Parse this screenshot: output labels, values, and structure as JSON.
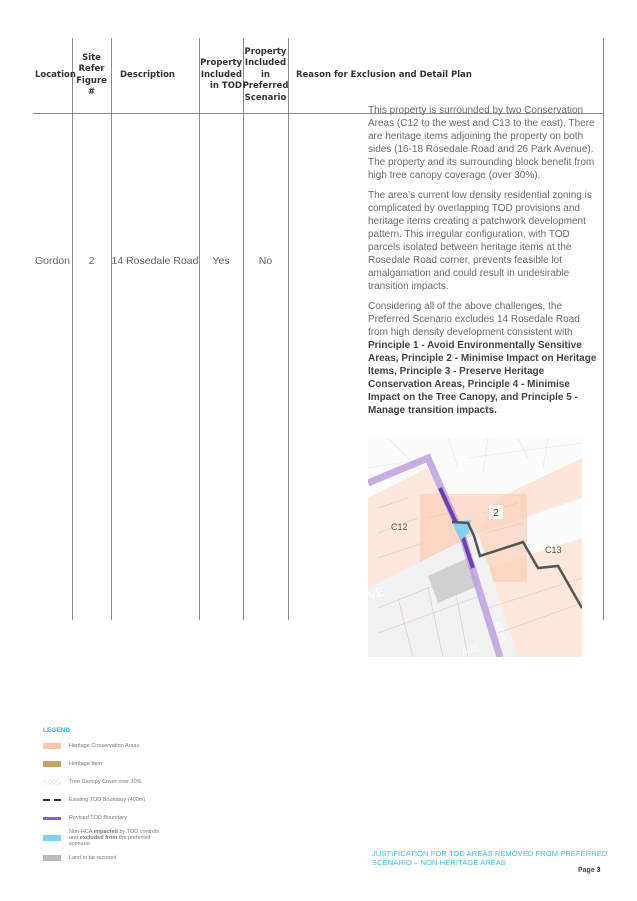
{
  "table": {
    "headers": [
      "Location",
      "Site Refer Figure #",
      "Description",
      "Property Included in TOD",
      "Property Included in Preferred Scenario",
      "Reason for Exclusion and Detail Plan"
    ],
    "header_lines": {
      "site": [
        "Site",
        "Refer",
        "Figure #"
      ],
      "tod": [
        "Property",
        "Included",
        "in TOD"
      ],
      "pref": [
        "Property",
        "Included",
        "in",
        "Preferred",
        "Scenario"
      ]
    },
    "row": {
      "location": "Gordon",
      "figure": "2",
      "description": "14 Rosedale Road",
      "in_tod": "Yes",
      "in_preferred": "No",
      "reason_p1": "This property is surrounded by two Conservation Areas (C12 to the west and C13 to the east). There are heritage items adjoining the property on both sides (16-18 Rosedale Road and 26 Park Avenue). The property and its surrounding block benefit from high tree canopy coverage (over 30%).",
      "reason_p2": "The area’s current low density residential zoning is complicated by overlapping TOD provisions and heritage items creating a patchwork development pattern. This irregular configuration, with TOD parcels isolated between heritage items at the Rosedale Road corner, prevents feasible lot amalgamation and could result in undesirable transition impacts.",
      "reason_p3_plain": "Considering all of the above challenges, the Preferred Scenario excludes 14 Rosedale Road from high density development consistent with ",
      "reason_p3_bold": "Principle 1 - Avoid Environmentally Sensitive Areas, Principle 2 - Minimise Impact on Heritage Items, Principle 3 - Preserve Heritage Conservation Areas, Principle 4 - Minimise Impact on the Tree Canopy, and Principle 5 - Manage transition impacts."
    }
  },
  "map": {
    "site_label": "2",
    "west_area": "C12",
    "east_area": "C13",
    "street_1": "VE",
    "street_2": "AVE",
    "street_3": "ROS"
  },
  "legend": {
    "title": "LEGEND",
    "items": [
      {
        "label": "Heritage Conservation Areas",
        "color": "#f9c6a8"
      },
      {
        "label": "Heritage Item",
        "color": "#c9a45a"
      },
      {
        "label": "Tree Canopy Cover over 30%",
        "color": "#e6efd9"
      },
      {
        "label": "Existing TOD Boundary (400m)",
        "color": "#333333"
      },
      {
        "label": "Revised TOD Boundary",
        "color": "#8b5bd6"
      },
      {
        "label_pre": "Non-HCA ",
        "label_b1": "impacted",
        "label_mid": " by TOD controls and ",
        "label_b2": "excluded from",
        "label_post": " the preferred scenario",
        "color": "#7fd3f2"
      },
      {
        "label": "Land to be rezoned",
        "color": "#bbbbbb"
      }
    ]
  },
  "footer": {
    "title": "JUSTIFICATION FOR TOD AREAS REMOVED FROM PREFERRED SCENARIO – NON HERITAGE AREAS",
    "page": "Page 3"
  }
}
